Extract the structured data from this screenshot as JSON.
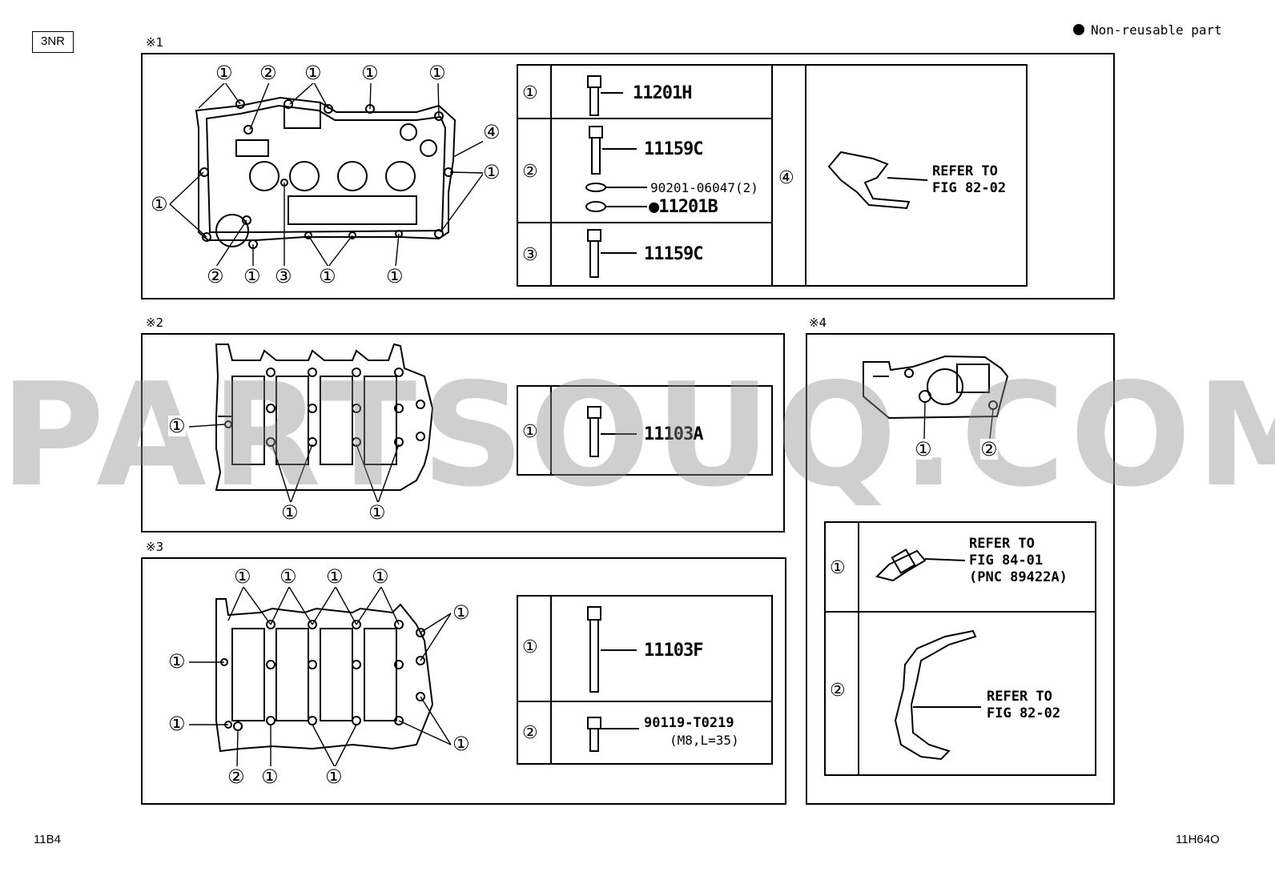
{
  "header": {
    "engine_code": "3NR",
    "legend": "Non-reusable part",
    "legend_color": "#000000"
  },
  "sections": [
    {
      "marker": "※1"
    },
    {
      "marker": "※2"
    },
    {
      "marker": "※3"
    },
    {
      "marker": "※4"
    }
  ],
  "table1": {
    "rows": [
      {
        "index": "①",
        "parts": [
          "11201H"
        ]
      },
      {
        "index": "②",
        "parts": [
          "11159C",
          "90201-06047(2)",
          "●11201B"
        ]
      },
      {
        "index": "③",
        "parts": [
          "11159C"
        ]
      }
    ],
    "side": {
      "index": "④",
      "ref": "REFER TO\nFIG 82-02"
    }
  },
  "table2": {
    "rows": [
      {
        "index": "①",
        "parts": [
          "11103A"
        ]
      }
    ]
  },
  "table3": {
    "rows": [
      {
        "index": "①",
        "parts": [
          "11103F"
        ]
      },
      {
        "index": "②",
        "parts": [
          "90119-T0219",
          "(M8,L=35)"
        ]
      }
    ]
  },
  "table4": {
    "rows": [
      {
        "index": "①",
        "ref": "REFER TO\nFIG 84-01\n(PNC 89422A)"
      },
      {
        "index": "②",
        "ref": "REFER TO\nFIG 82-02"
      }
    ]
  },
  "callouts": {
    "one": "①",
    "two": "②",
    "three": "③",
    "four": "④"
  },
  "footer": {
    "left": "11B4",
    "right": "11H64O"
  },
  "watermark": "PARTSOUQ.COM",
  "icons": [
    "bolt-icon",
    "washer-icon",
    "bracket-icon",
    "sensor-icon",
    "wire-bracket-icon"
  ]
}
